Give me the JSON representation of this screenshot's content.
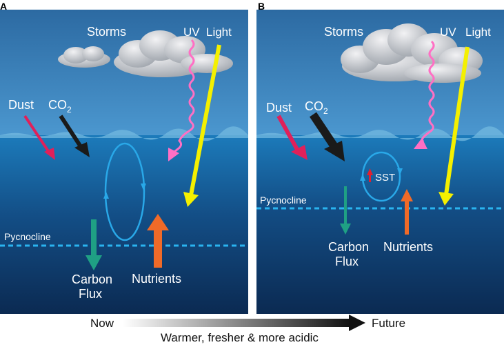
{
  "panels": [
    {
      "letter": "A",
      "labels": {
        "storms": "Storms",
        "uv": "UV",
        "light": "Light",
        "dust": "Dust",
        "co2_main": "CO",
        "co2_sub": "2",
        "pycnocline": "Pycnocline",
        "carbon": "Carbon",
        "flux": "Flux",
        "nutrients": "Nutrients"
      }
    },
    {
      "letter": "B",
      "labels": {
        "storms": "Storms",
        "uv": "UV",
        "light": "Light",
        "dust": "Dust",
        "co2_main": "CO",
        "co2_sub": "2",
        "pycnocline": "Pycnocline",
        "carbon": "Carbon",
        "flux": "Flux",
        "nutrients": "Nutrients",
        "sst": "SST"
      }
    }
  ],
  "timeline": {
    "start": "Now",
    "end": "Future",
    "caption": "Warmer, fresher & more acidic"
  },
  "colors": {
    "sky_top": "#2c6fa6",
    "sky_bottom": "#4a95cc",
    "ocean_top": "#1a76b3",
    "ocean_bottom": "#0c2c55",
    "dust": "#e0205a",
    "co2": "#1a1a1a",
    "uv": "#ff6fc4",
    "light": "#f4f000",
    "circulation": "#29a8e8",
    "pycnocline": "#2ab4f0",
    "carbon_flux": "#1fa084",
    "nutrients": "#f06a28",
    "sst": "#e02030"
  }
}
